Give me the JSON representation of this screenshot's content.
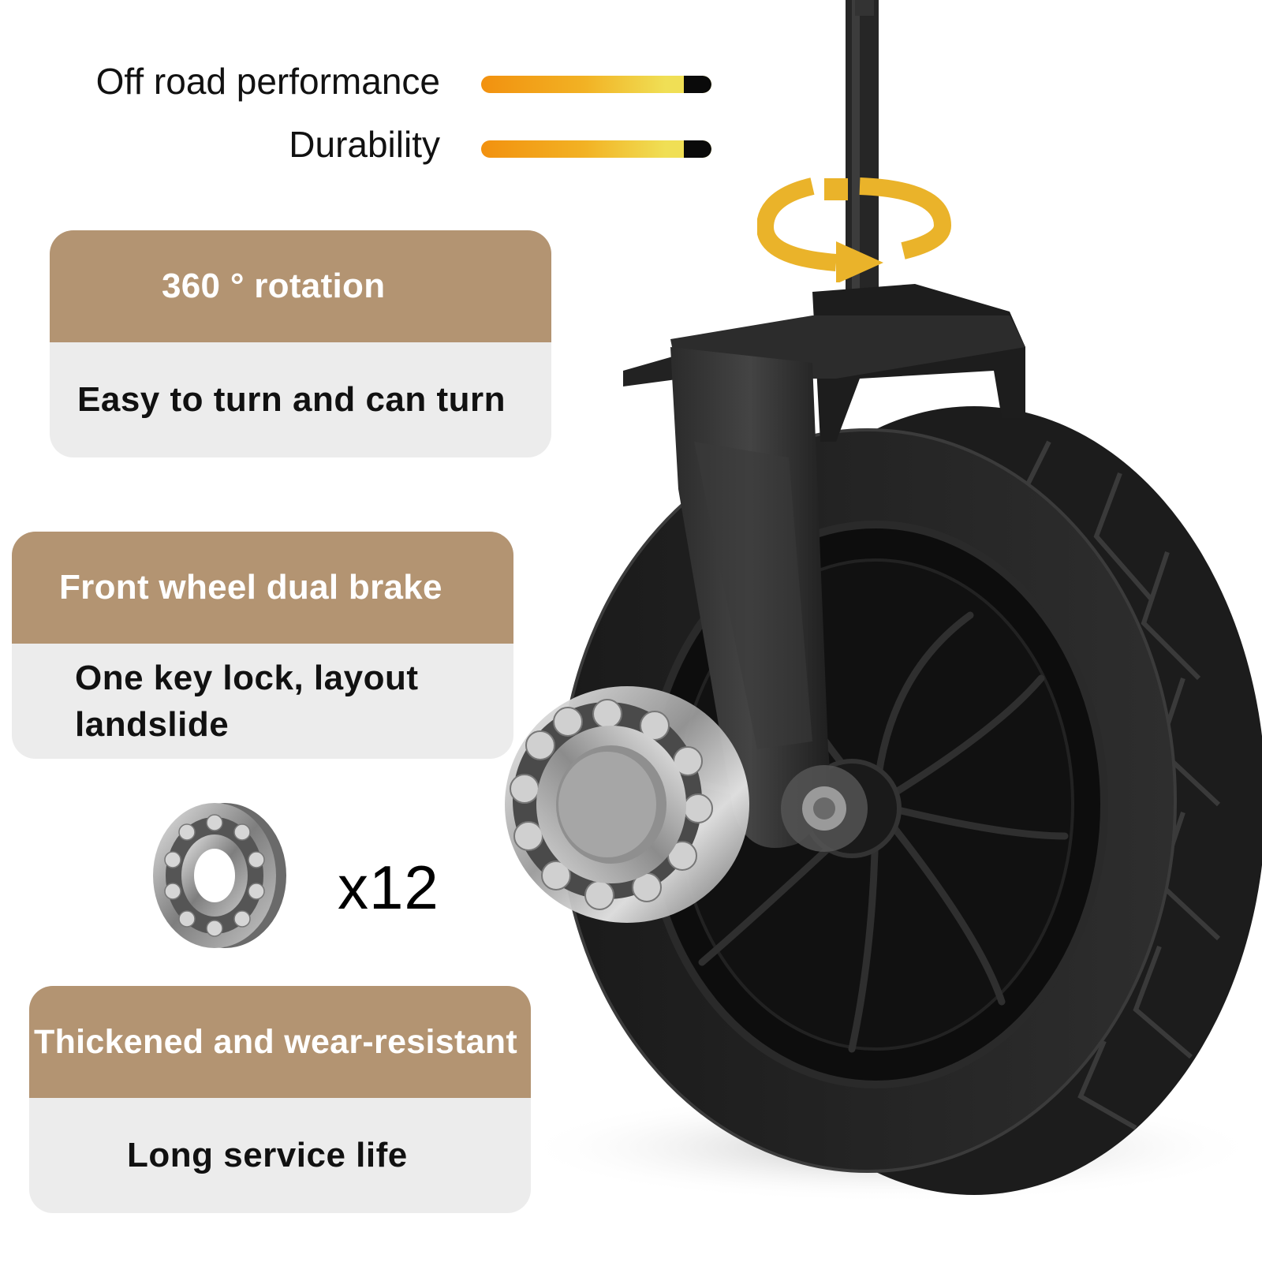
{
  "ratings": [
    {
      "label": "Off road performance",
      "level": 0.88
    },
    {
      "label": "Durability",
      "level": 0.88
    }
  ],
  "features": [
    {
      "title": "360 ° rotation",
      "description": "Easy to turn and can turn"
    },
    {
      "title": "Front wheel dual brake",
      "description_lines": [
        "One key lock, layout",
        "landslide"
      ]
    },
    {
      "title": "Thickened and wear-resistant",
      "description": "Long service life"
    }
  ],
  "bearing": {
    "count": "x12"
  },
  "colors": {
    "card_header": "#b39472",
    "card_body": "#ececec",
    "bar_start": "#f2910f",
    "bar_end": "#f0df55",
    "bar_remainder": "#0a0a0a",
    "rotation_arrow": "#eab32a"
  },
  "icons": [
    "rotation-arrow-icon",
    "bearing-icon",
    "caster-wheel-image"
  ]
}
